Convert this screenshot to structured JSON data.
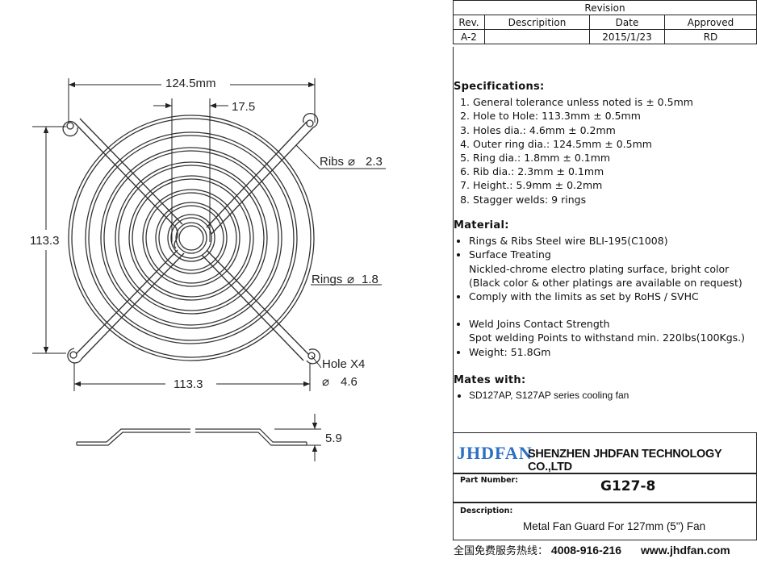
{
  "revision": {
    "title": "Revision",
    "headers": [
      "Rev.",
      "Descripition",
      "Date",
      "Approved"
    ],
    "row": [
      "A-2",
      "",
      "2015/1/23",
      "RD"
    ]
  },
  "drawing": {
    "dim_outer_ring": "124.5mm",
    "dim_inner": "17.5",
    "dim_height_hole": "113.3",
    "dim_width_hole": "113.3",
    "ribs_label": "Ribs",
    "ribs_value": "2.3",
    "rings_label": "Rings",
    "rings_value": "1.8",
    "hole_label": "Hole X4",
    "hole_value": "4.6",
    "side_height": "5.9",
    "diameter_symbol": "⌀"
  },
  "specifications": {
    "heading": "Specifications:",
    "items": [
      "General tolerance unless noted is ± 0.5mm",
      "Hole to Hole: 113.3mm ± 0.5mm",
      "Holes dia.: 4.6mm ± 0.2mm",
      "Outer ring dia.: 124.5mm ± 0.5mm",
      "Ring  dia.: 1.8mm ± 0.1mm",
      "Rib  dia.: 2.3mm ± 0.1mm",
      "Height.: 5.9mm ± 0.2mm",
      "Stagger welds: 9 rings"
    ]
  },
  "material": {
    "heading": "Material:",
    "item1": "Rings & Ribs Steel wire BLI-195(C1008)",
    "item2_title": "Surface Treating",
    "item2_line2": "Nickled-chrome electro plating surface, bright color",
    "item2_line3": "(Black color & other platings are available on request)",
    "item3": "Comply with the limits as set by RoHS / SVHC",
    "item4_title": "Weld Joins Contact Strength",
    "item4_line2": "Spot welding Points to withstand min. 220lbs(100Kgs.)",
    "item5": "Weight: 51.8Gm"
  },
  "mates": {
    "heading": "Mates with:",
    "item": "SD127AP, S127AP  series cooling fan"
  },
  "title_block": {
    "logo": "JHDFAN",
    "company": "SHENZHEN JHDFAN TECHNOLOGY CO.,LTD",
    "part_number_label": "Part Number:",
    "part_number": "G127-8",
    "description_label": "Description:",
    "description": "Metal  Fan Guard  For 127mm (5\") Fan",
    "logo_color": "#2d6fc4"
  },
  "footer": {
    "hotline_label": "全国免费服务热线：",
    "hotline": "4008-916-216",
    "website": "www.jhdfan.com"
  }
}
